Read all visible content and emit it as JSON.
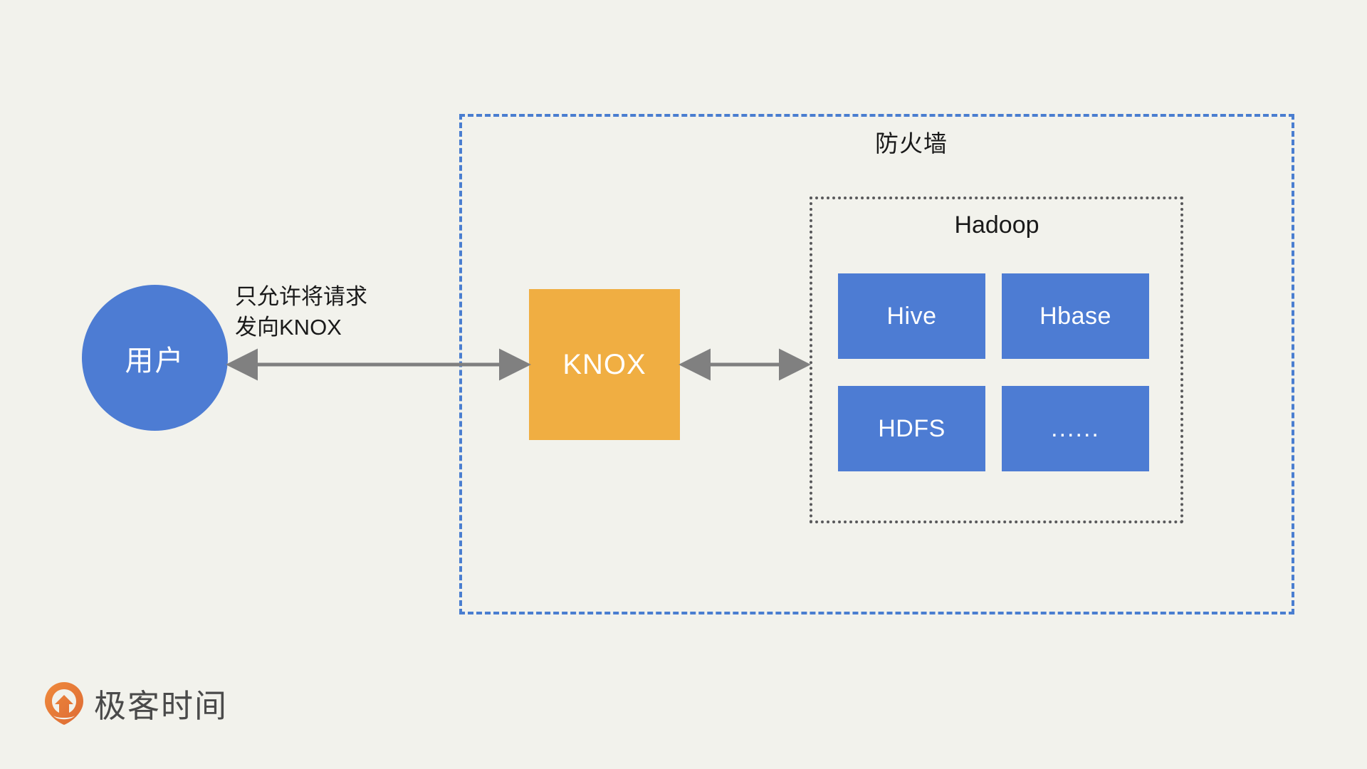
{
  "diagram": {
    "background_color": "#f2f2ec",
    "firewall": {
      "label": "防火墙",
      "border_color": "#4a7ed0",
      "border_style": "dashed"
    },
    "hadoop": {
      "label": "Hadoop",
      "border_color": "#59595b",
      "border_style": "dotted",
      "components": [
        {
          "label": "Hive",
          "color": "#4d7cd3"
        },
        {
          "label": "Hbase",
          "color": "#4d7cd3"
        },
        {
          "label": "HDFS",
          "color": "#4d7cd3"
        },
        {
          "label": "......",
          "color": "#4d7cd3"
        }
      ]
    },
    "gateway": {
      "label": "KNOX",
      "color": "#f0ae42",
      "text_color": "#ffffff"
    },
    "actor": {
      "label": "用户",
      "color": "#4d7cd3",
      "text_color": "#ffffff"
    },
    "connections": [
      {
        "from": "用户",
        "to": "KNOX",
        "label_line1": "只允许将请求",
        "label_line2": "发向KNOX",
        "arrow": "bidirectional",
        "color": "#808080"
      },
      {
        "from": "KNOX",
        "to": "Hadoop",
        "arrow": "bidirectional",
        "color": "#808080"
      }
    ]
  },
  "brand": {
    "name": "极客时间",
    "mark_color": "#e8763a",
    "text_color": "#4a4a4a"
  }
}
